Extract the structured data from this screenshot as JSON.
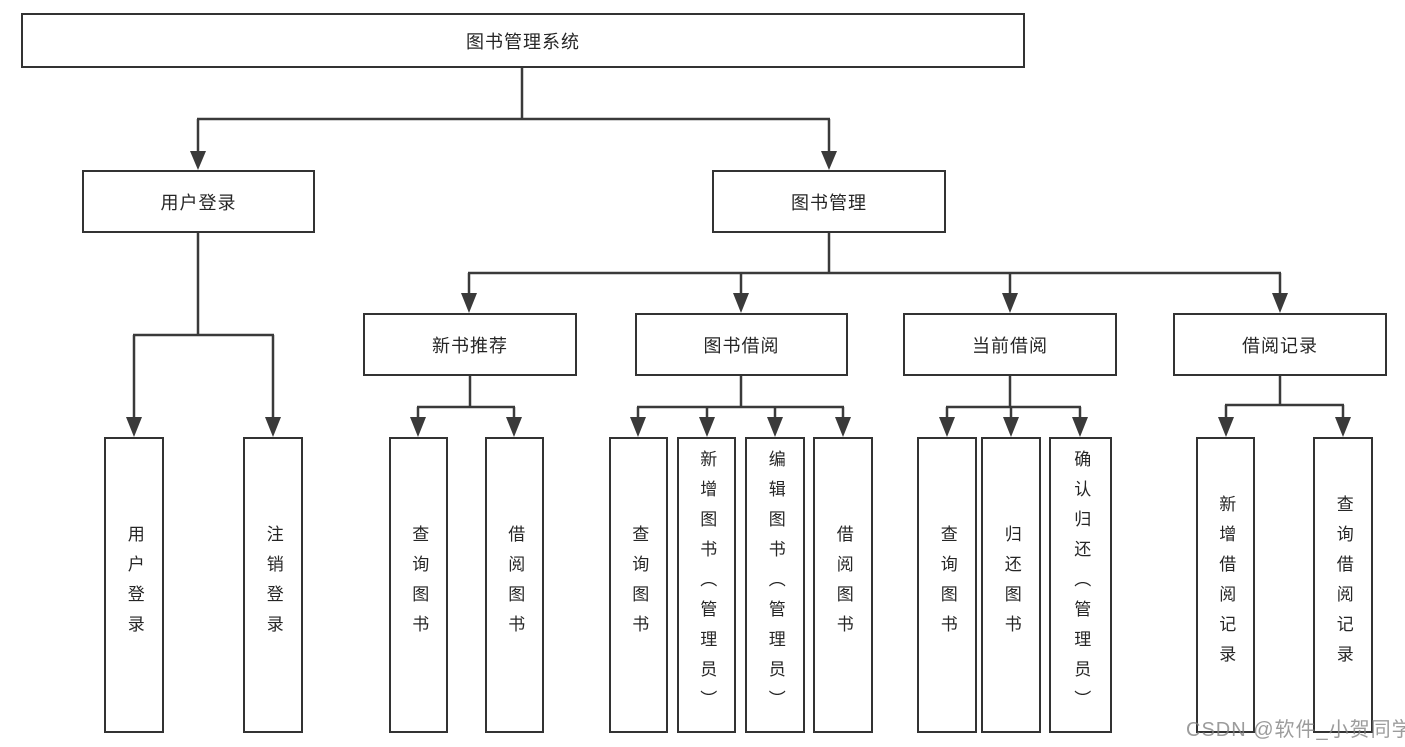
{
  "diagram": {
    "root": {
      "label": "图书管理系统"
    },
    "branches": [
      {
        "label": "用户登录",
        "leaves": [
          "用户登录",
          "注销登录"
        ]
      },
      {
        "label": "图书管理",
        "groups": [
          {
            "label": "新书推荐",
            "leaves": [
              "查询图书",
              "借阅图书"
            ]
          },
          {
            "label": "图书借阅",
            "leaves": [
              "查询图书",
              "新增图书（管理员）",
              "编辑图书（管理员）",
              "借阅图书"
            ]
          },
          {
            "label": "当前借阅",
            "leaves": [
              "查询图书",
              "归还图书",
              "确认归还（管理员）"
            ]
          },
          {
            "label": "借阅记录",
            "leaves": [
              "新增借阅记录",
              "查询借阅记录"
            ]
          }
        ]
      }
    ],
    "colors": {
      "line": "#3a3a3a",
      "box_border": "#333333",
      "text": "#262626",
      "background": "#ffffff",
      "watermark_gray": "#808080"
    }
  },
  "watermark": "CSDN @软件_小贺同学"
}
